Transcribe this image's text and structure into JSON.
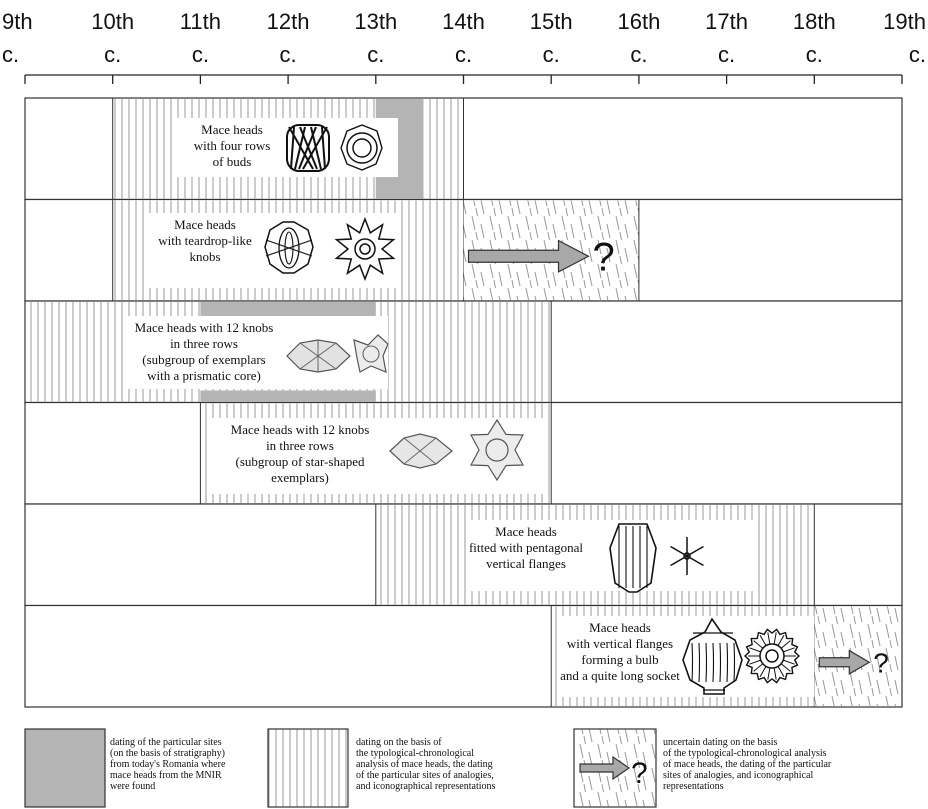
{
  "timeline": {
    "centuries": [
      {
        "num": "9th",
        "unit": "c."
      },
      {
        "num": "10th",
        "unit": "c."
      },
      {
        "num": "11th",
        "unit": "c."
      },
      {
        "num": "12th",
        "unit": "c."
      },
      {
        "num": "13th",
        "unit": "c."
      },
      {
        "num": "14th",
        "unit": "c."
      },
      {
        "num": "15th",
        "unit": "c."
      },
      {
        "num": "16th",
        "unit": "c."
      },
      {
        "num": "17th",
        "unit": "c."
      },
      {
        "num": "18th",
        "unit": "c."
      },
      {
        "num": "19th",
        "unit": "c."
      }
    ]
  },
  "rows": [
    {
      "label": [
        "Mace heads",
        "with four rows",
        "of buds"
      ],
      "dating_stratigraphy": [
        13,
        14
      ],
      "dating_typology": [
        10,
        14
      ],
      "dating_uncertain": null
    },
    {
      "label": [
        "Mace heads",
        "with teardrop-like",
        "knobs"
      ],
      "dating_stratigraphy": null,
      "dating_typology": [
        10,
        14
      ],
      "dating_uncertain": [
        14,
        16
      ],
      "uncertain_mark": "?"
    },
    {
      "label": [
        "Mace heads with 12 knobs",
        "in three rows",
        "(subgroup of exemplars",
        "with a prismatic core)"
      ],
      "dating_stratigraphy": [
        11,
        13
      ],
      "dating_typology": [
        9,
        15
      ],
      "dating_uncertain": null
    },
    {
      "label": [
        "Mace heads with 12 knobs",
        "in three rows",
        "(subgroup of star-shaped",
        "exemplars)"
      ],
      "dating_stratigraphy": null,
      "dating_typology": [
        11,
        15
      ],
      "dating_uncertain": null
    },
    {
      "label": [
        "Mace heads",
        "fitted with pentagonal",
        "vertical flanges"
      ],
      "dating_stratigraphy": null,
      "dating_typology": [
        13,
        18
      ],
      "dating_uncertain": null
    },
    {
      "label": [
        "Mace heads",
        "with vertical flanges",
        "forming a bulb",
        "and a quite long socket"
      ],
      "dating_stratigraphy": null,
      "dating_typology": [
        15,
        18
      ],
      "dating_uncertain": [
        18,
        19
      ],
      "uncertain_mark": "?"
    }
  ],
  "legend": [
    {
      "style": "stratigraphy",
      "lines": [
        "dating of the particular sites",
        "(on the basis of stratigraphy)",
        "from today's  Romania where",
        "mace heads from the MNIR",
        "were found"
      ]
    },
    {
      "style": "typology",
      "lines": [
        "dating on the basis of",
        "the typological-chronological",
        "analysis of mace heads, the dating",
        "of the particular sites of analogies,",
        "and iconographical representations"
      ]
    },
    {
      "style": "uncertain",
      "mark": "?",
      "lines": [
        "uncertain dating on the basis",
        "of the typological-chronological analysis",
        "of mace heads, the dating of the particular",
        "sites of analogies, and iconographical",
        "representations"
      ]
    }
  ],
  "colors": {
    "stratigraphy_fill": "#b4b4b4",
    "stripe": "#9a9a9a",
    "arrow_fill": "#a8a8a8",
    "border": "#333333"
  }
}
